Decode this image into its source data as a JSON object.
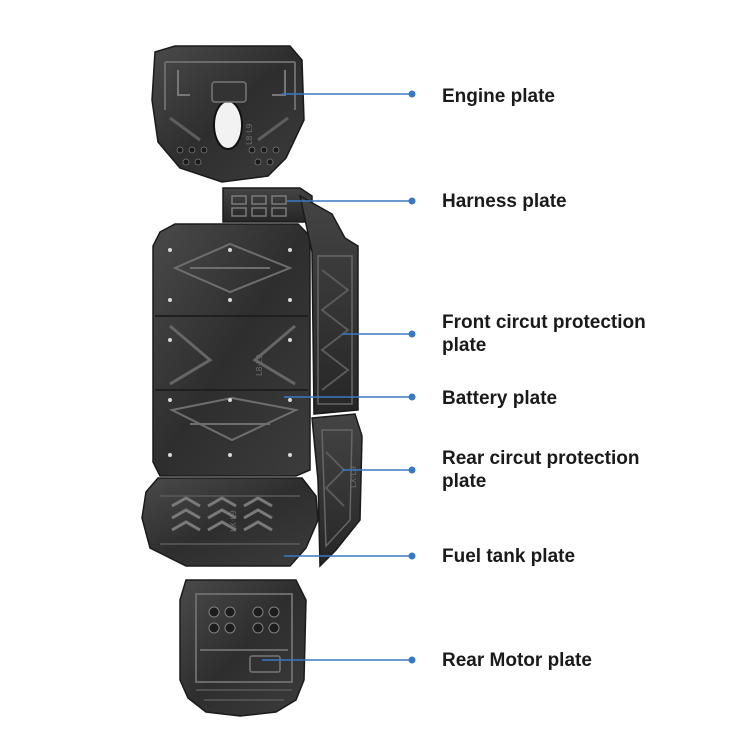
{
  "labels": {
    "engine": "Engine plate",
    "harness": "Harness plate",
    "front_circuit": [
      "Front circut protection",
      "plate"
    ],
    "battery": "Battery plate",
    "rear_circuit": [
      "Rear circut protection",
      "plate"
    ],
    "fuel_tank": "Fuel tank plate",
    "rear_motor": "Rear Motor plate"
  },
  "stamps": {
    "engine": "L8·L9",
    "battery": "L8·L9",
    "fuel_tank": "LX·L9",
    "rear_circuit": "LX·L9"
  },
  "colors": {
    "leader_line": "#3a78c4",
    "plate_dark": "#2b2b2b",
    "plate_mid": "#3a3a3a",
    "plate_light": "#555555",
    "label_text": "#1a1a1a"
  }
}
